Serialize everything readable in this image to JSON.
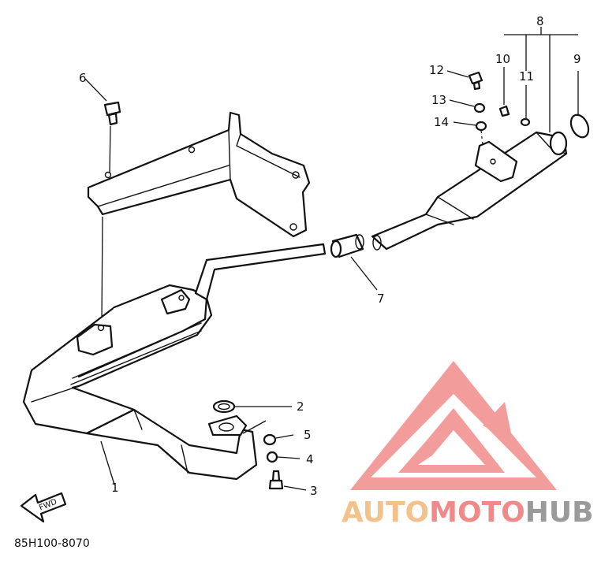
{
  "diagram": {
    "callouts": {
      "c1": "1",
      "c2": "2",
      "c3": "3",
      "c4": "4",
      "c5": "5",
      "c6": "6",
      "c7": "7",
      "c8": "8",
      "c9": "9",
      "c10": "10",
      "c11": "11",
      "c12": "12",
      "c13": "13",
      "c14": "14"
    },
    "fwd_label": "FWD",
    "drawing_code": "85H100-8070"
  },
  "watermark": {
    "part1": "AUTO",
    "part2": "MOTO",
    "part3": "HUB",
    "colors": {
      "auto": "#f3c28c",
      "moto": "#f08a8a",
      "hub": "#9a9a9a",
      "triangle": "#f07a7a"
    }
  }
}
